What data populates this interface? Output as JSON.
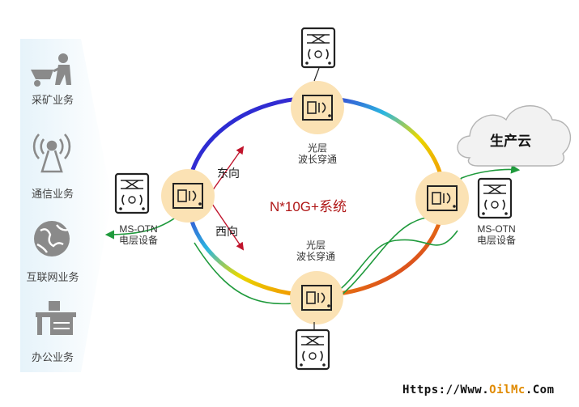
{
  "services": [
    {
      "label": "采矿业务",
      "icon": "mining-worker-icon"
    },
    {
      "label": "通信业务",
      "icon": "signal-tower-icon"
    },
    {
      "label": "互联网业务",
      "icon": "globe-icon"
    },
    {
      "label": "办公业务",
      "icon": "office-desk-icon"
    }
  ],
  "nodes": {
    "west_device": "MS-OTN\n电层设备",
    "east_device": "MS-OTN\n电层设备",
    "north_label": "光层\n波长穿通",
    "south_label": "光层\n波长穿通"
  },
  "directions": {
    "east": "东向",
    "west": "西向"
  },
  "center_title": "N*10G+系统",
  "cloud_label": "生产云",
  "footer": {
    "prefix": "Https://Www.",
    "accent": "OilMc",
    "suffix": ".Com"
  },
  "colors": {
    "node_fill": "#fbe2b4",
    "arrow_red": "#c0142c",
    "green_path": "#1f9a3c"
  }
}
